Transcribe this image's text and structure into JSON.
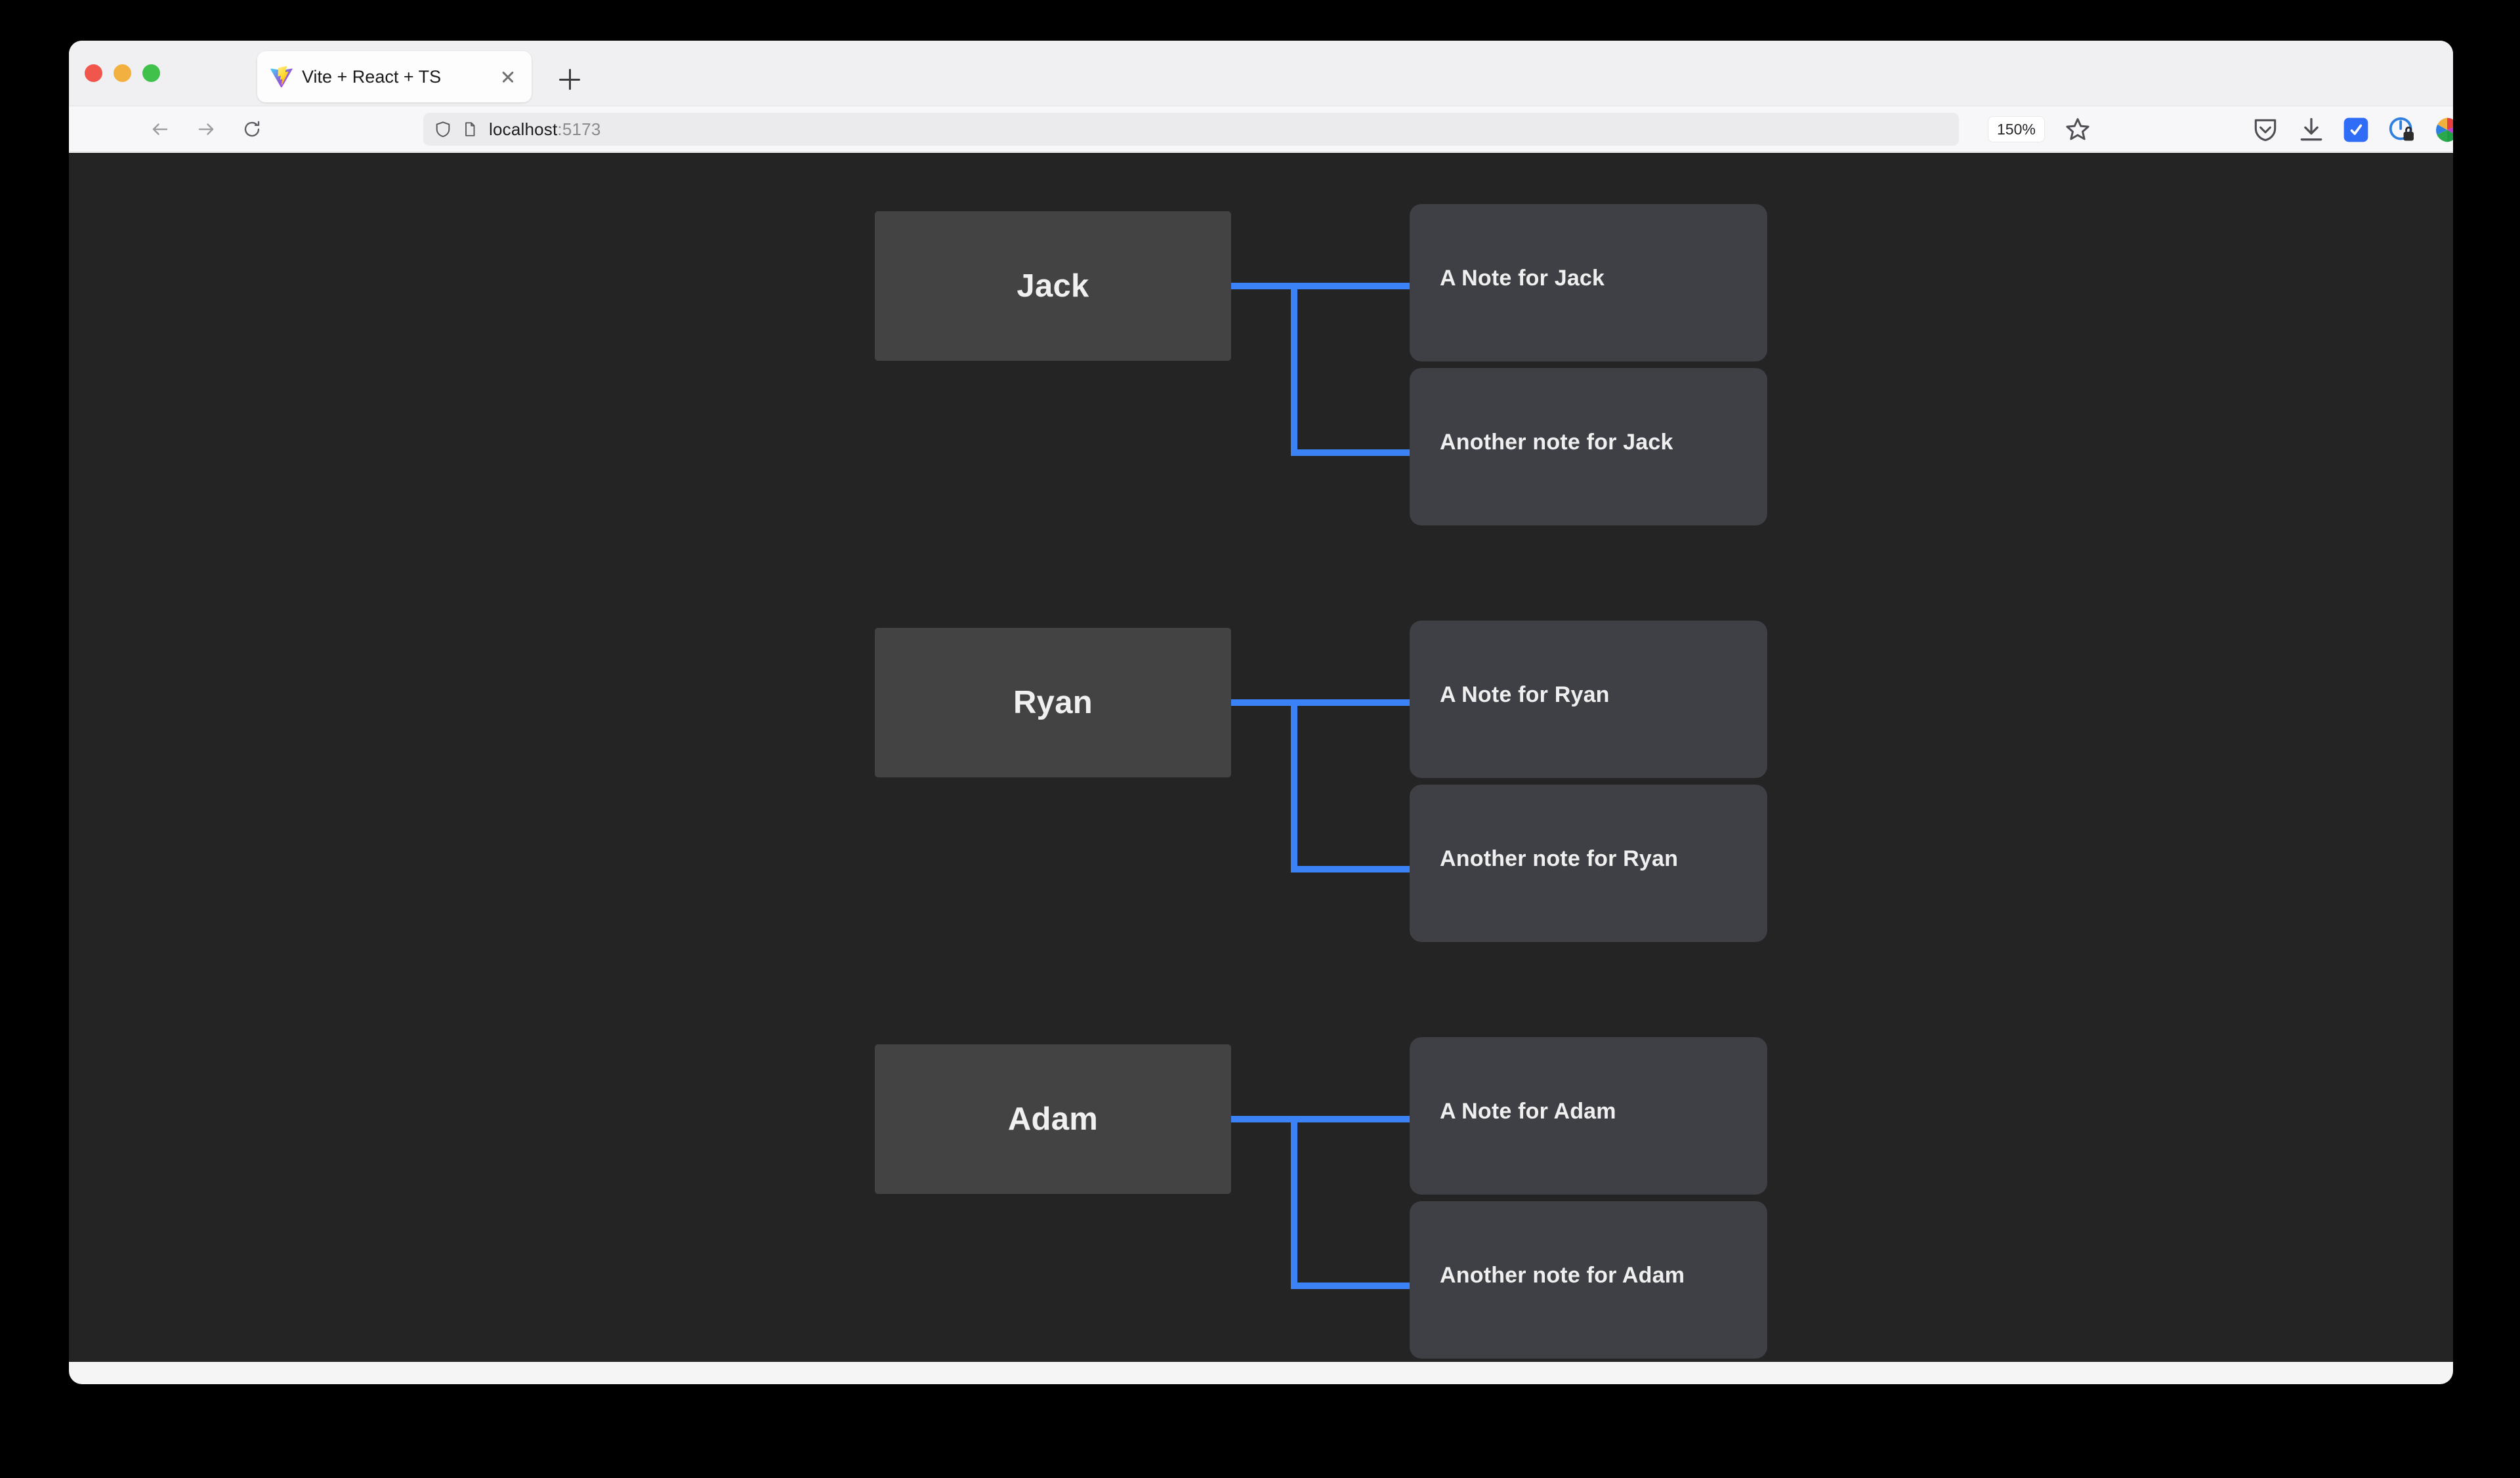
{
  "browser": {
    "tab": {
      "title": "Vite + React + TS",
      "favicon_icon": "vite-logo-icon",
      "close_icon": "close-icon"
    },
    "new_tab_icon": "plus-icon",
    "nav": {
      "back_icon": "arrow-left-icon",
      "forward_icon": "arrow-right-icon",
      "reload_icon": "reload-icon"
    },
    "url_bar": {
      "shield_icon": "shield-icon",
      "page_icon": "page-doc-icon",
      "host": "localhost",
      "port": ":5173"
    },
    "zoom_level": "150%",
    "bookmark_icon": "star-icon",
    "extensions": [
      {
        "name": "pocket-icon"
      },
      {
        "name": "download-icon"
      },
      {
        "name": "sync-icon"
      },
      {
        "name": "privacy-badger-icon"
      },
      {
        "name": "color-wheel-icon"
      }
    ],
    "menu_icon": "hamburger-menu-icon",
    "traffic_lights": [
      "close",
      "minimize",
      "maximize"
    ]
  },
  "theme": {
    "page_background": "#242424",
    "parent_node_bg": "#434343",
    "note_node_bg": "#3e4046",
    "connector_color": "#3b82f6",
    "text_color": "#efefef"
  },
  "tree": {
    "groups": [
      {
        "parent": "Jack",
        "notes": [
          "A Note for Jack",
          "Another note for Jack"
        ]
      },
      {
        "parent": "Ryan",
        "notes": [
          "A Note for Ryan",
          "Another note for Ryan"
        ]
      },
      {
        "parent": "Adam",
        "notes": [
          "A Note for Adam",
          "Another note for Adam"
        ]
      }
    ]
  }
}
